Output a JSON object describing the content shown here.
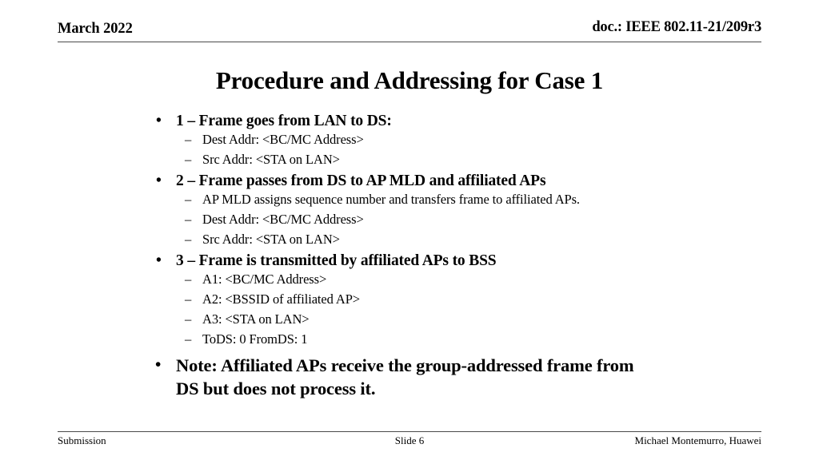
{
  "header": {
    "date": "March 2022",
    "doc": "doc.: IEEE 802.11-21/209r3"
  },
  "title": "Procedure and Addressing for Case 1",
  "bullets": [
    {
      "level1": "1 –  Frame goes from LAN to DS:",
      "marker": "•",
      "children": [
        {
          "text": "Dest Addr: <BC/MC Address>",
          "marker": "–"
        },
        {
          "text": "Src Addr: <STA on LAN>",
          "marker": "–"
        }
      ]
    },
    {
      "level1": "2 – Frame passes from DS to AP MLD and affiliated APs",
      "marker": "•",
      "children": [
        {
          "text": "AP MLD assigns sequence number and transfers frame to affiliated APs.",
          "marker": "–"
        },
        {
          "text": "Dest Addr: <BC/MC Address>",
          "marker": "–"
        },
        {
          "text": "Src Addr: <STA on LAN>",
          "marker": "–"
        }
      ]
    },
    {
      "level1": "3 – Frame is transmitted by affiliated APs to BSS",
      "marker": "•",
      "children": [
        {
          "text": "A1: <BC/MC Address>",
          "marker": "–"
        },
        {
          "text": "A2: <BSSID of affiliated AP>",
          "marker": "–"
        },
        {
          "text": "A3: <STA on LAN>",
          "marker": "–"
        },
        {
          "text": "ToDS: 0 FromDS: 1",
          "marker": "–"
        }
      ]
    }
  ],
  "note": {
    "marker": "•",
    "text": "Note: Affiliated APs receive the group-addressed frame from DS but does not process it."
  },
  "footer": {
    "left": "Submission",
    "center": "Slide 6",
    "right": "Michael Montemurro, Huawei"
  },
  "colors": {
    "text": "#000000",
    "rule": "#4a4a4a",
    "background": "#ffffff"
  }
}
